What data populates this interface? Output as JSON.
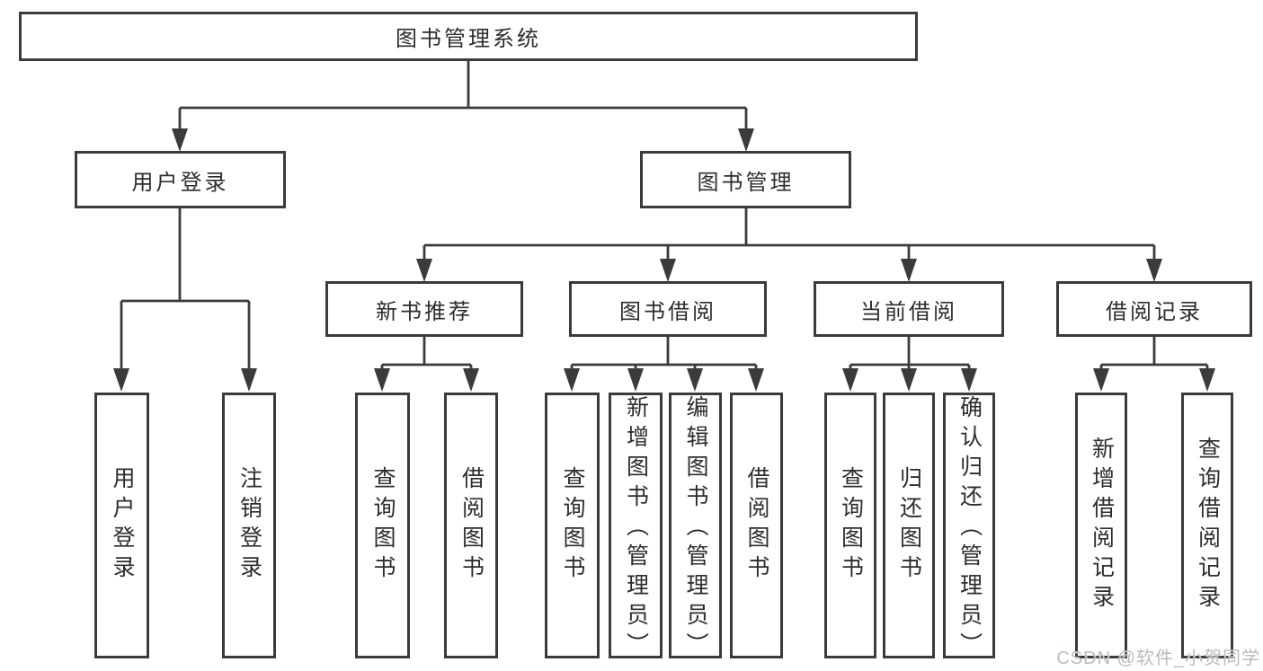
{
  "colors": {
    "line": "#3b3b3b",
    "text": "#2d2d2d",
    "watermark": "#b7bbc3",
    "background": "#ffffff"
  },
  "watermark": {
    "text": "CSDN @软件_小贺同学"
  },
  "tree": {
    "label": "图书管理系统",
    "children": [
      {
        "label": "用户登录",
        "children": [
          {
            "label": "用户登录"
          },
          {
            "label": "注销登录"
          }
        ]
      },
      {
        "label": "图书管理",
        "children": [
          {
            "label": "新书推荐",
            "children": [
              {
                "label": "查询图书"
              },
              {
                "label": "借阅图书"
              }
            ]
          },
          {
            "label": "图书借阅",
            "children": [
              {
                "label": "查询图书"
              },
              {
                "label": "新增图书（管理员）"
              },
              {
                "label": "编辑图书（管理员）"
              },
              {
                "label": "借阅图书"
              }
            ]
          },
          {
            "label": "当前借阅",
            "children": [
              {
                "label": "查询图书"
              },
              {
                "label": "归还图书"
              },
              {
                "label": "确认归还（管理员）"
              }
            ]
          },
          {
            "label": "借阅记录",
            "children": [
              {
                "label": "新增借阅记录"
              },
              {
                "label": "查询借阅记录"
              }
            ]
          }
        ]
      }
    ]
  }
}
